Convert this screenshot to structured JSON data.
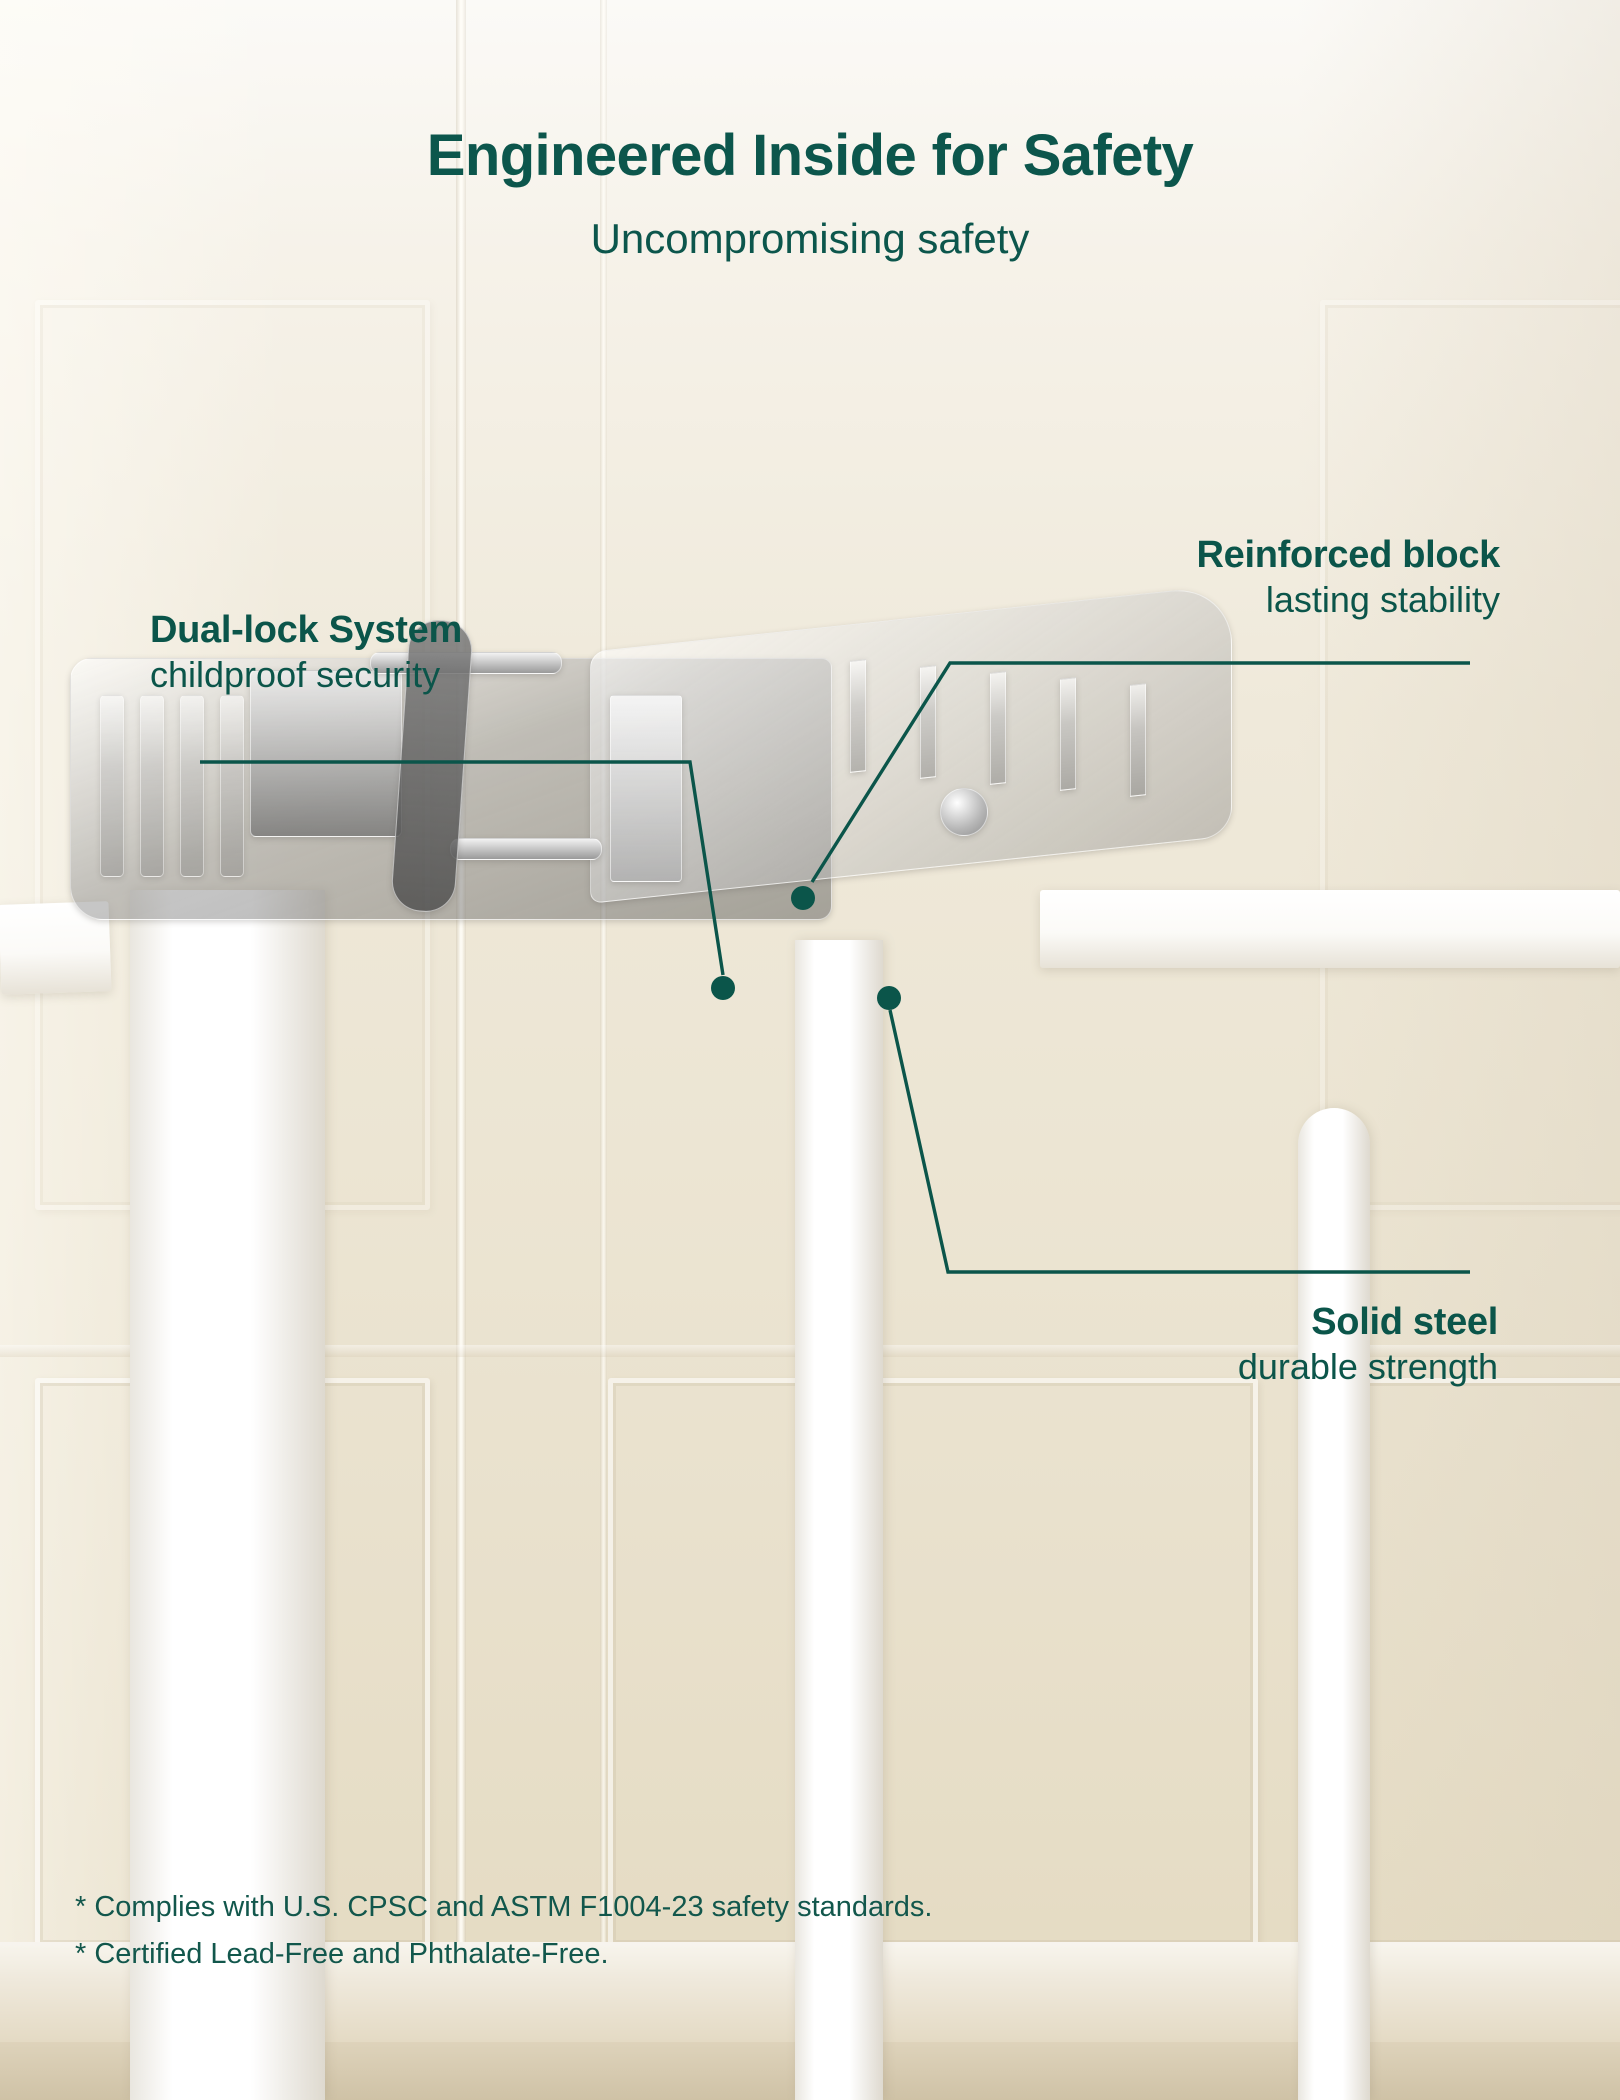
{
  "header": {
    "title": "Engineered Inside for Safety",
    "subtitle": "Uncompromising safety"
  },
  "colors": {
    "accent_teal": "#0b554a",
    "title_teal": "#0c564c",
    "background_cream": "#efe9dc",
    "post_white": "#ffffff"
  },
  "callouts": [
    {
      "id": "dual-lock",
      "title": "Dual-lock System",
      "subtitle": "childproof security",
      "align": "left"
    },
    {
      "id": "reinforced-block",
      "title": "Reinforced block",
      "subtitle": "lasting stability",
      "align": "right"
    },
    {
      "id": "solid-steel",
      "title": "Solid steel",
      "subtitle": "durable strength",
      "align": "right"
    }
  ],
  "footnotes": [
    "* Complies with U.S. CPSC and ASTM F1004-23 safety standards.",
    "* Certified Lead-Free and Phthalate-Free."
  ]
}
